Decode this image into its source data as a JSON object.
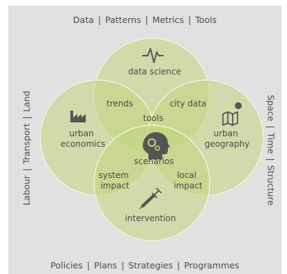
{
  "frame": {
    "top": [
      "Data",
      "Patterns",
      "Metrics",
      "Tools"
    ],
    "bottom": [
      "Policies",
      "Plans",
      "Strategies",
      "Programmes"
    ],
    "left": [
      "Labour",
      "Transport",
      "Land"
    ],
    "right": [
      "Space",
      "Time",
      "Structure"
    ],
    "separator": "|"
  },
  "circles": {
    "top": {
      "label": "data science",
      "icon": "heartbeat-icon"
    },
    "left": {
      "label_lines": [
        "urban",
        "economics"
      ],
      "icon": "factory-icon"
    },
    "right": {
      "label_lines": [
        "urban",
        "geography"
      ],
      "icon": "map-pin-icon"
    },
    "bottom": {
      "label": "intervention",
      "icon": "syringe-icon"
    }
  },
  "overlaps": {
    "top_left": "trends",
    "top_right": "city data",
    "top_center": "tools",
    "center": "scenarios",
    "bottom_left_lines": [
      "system",
      "impact"
    ],
    "bottom_right_lines": [
      "local",
      "impact"
    ]
  },
  "center_icon": "head-gears-icon",
  "colors": {
    "background": "#e1e1e1",
    "circle_fill": "#c2d67e",
    "circle_stroke": "#eef3d6",
    "text": "#4a4a4a",
    "icon": "#555555"
  }
}
